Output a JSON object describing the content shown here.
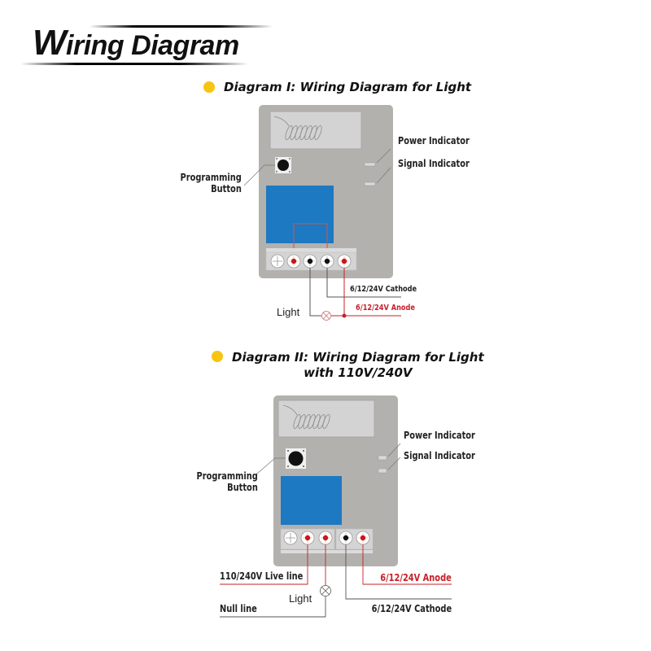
{
  "header": {
    "title_initial": "W",
    "title_rest": "iring Diagram"
  },
  "colors": {
    "panel": "#b3b1ae",
    "panel_window": "#d3d3d3",
    "module_blue": "#1e79c3",
    "terminal_strip": "#d9d9d9",
    "wire_red": "#c8202a",
    "wire_gray": "#555555",
    "bullet_yellow": "#f7c511"
  },
  "diagram1": {
    "title": "Diagram I: Wiring Diagram for Light",
    "labels": {
      "programming_button_line1": "Programming",
      "programming_button_line2": "Button",
      "power_indicator": "Power Indicator",
      "signal_indicator": "Signal  Indicator",
      "cathode": "6/12/24V Cathode",
      "anode": "6/12/24V Anode",
      "light": "Light"
    },
    "terminals": [
      "ground",
      "red",
      "black",
      "black",
      "red"
    ]
  },
  "diagram2": {
    "title_line1": "Diagram II: Wiring Diagram for Light",
    "title_line2": "with 110V/240V",
    "labels": {
      "programming_button_line1": "Programming",
      "programming_button_line2": "Button",
      "power_indicator": "Power Indicator",
      "signal_indicator": "Signal  Indicator",
      "live_line": "110/240V Live line",
      "null_line": "Null line",
      "anode": "6/12/24V Anode",
      "cathode": "6/12/24V Cathode",
      "light": "Light"
    },
    "terminals": [
      "ground",
      "red",
      "red",
      "black",
      "red"
    ]
  }
}
